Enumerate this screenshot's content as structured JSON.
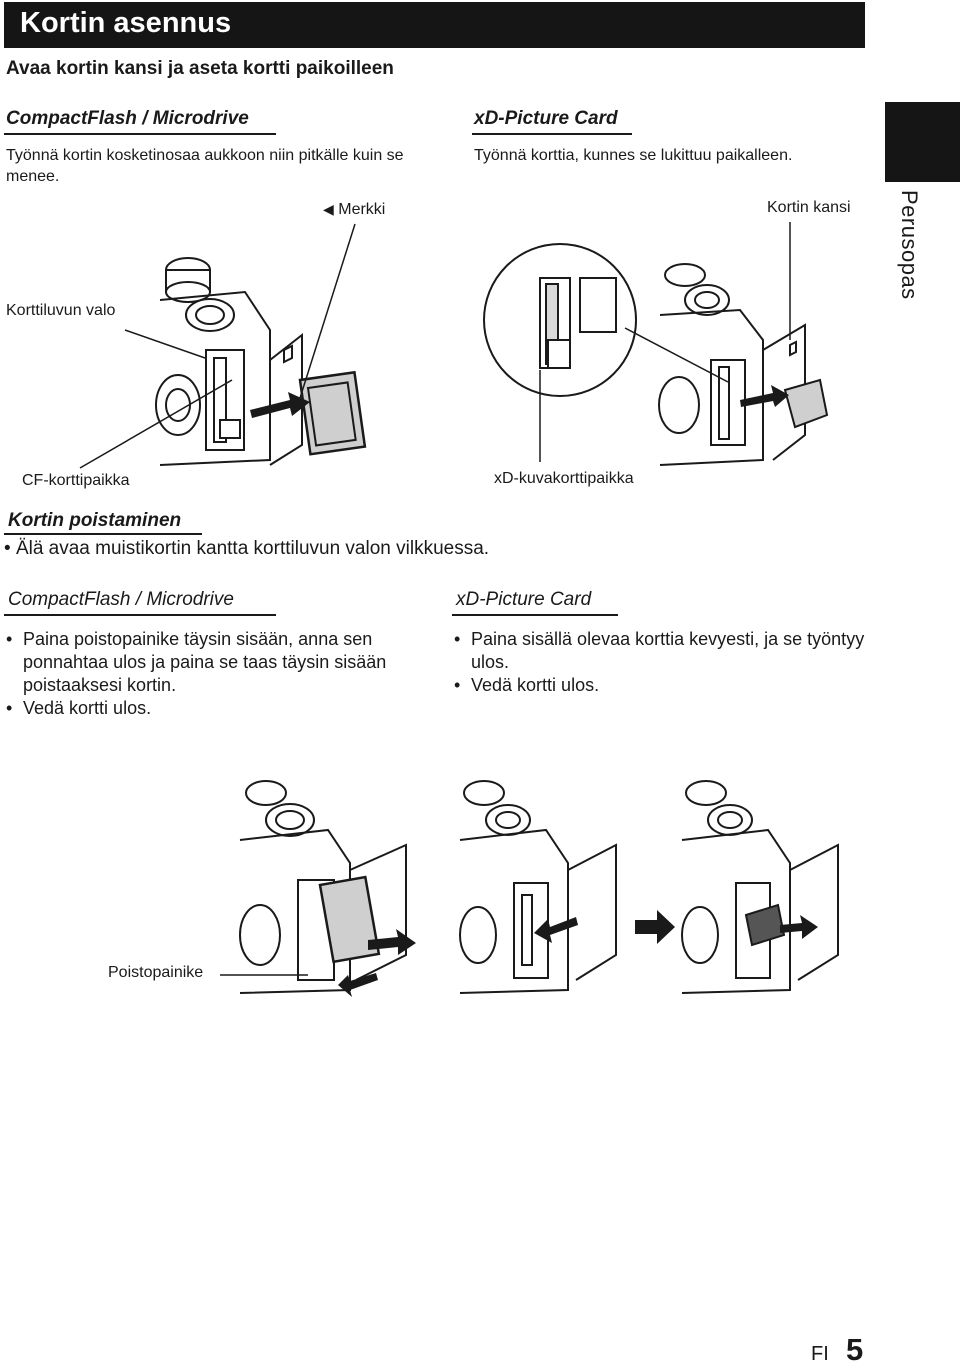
{
  "header": {
    "title": "Kortin asennus",
    "subtitle": "Avaa kortin kansi ja aseta kortti paikoilleen"
  },
  "side_tab": {
    "label": "Perusopas"
  },
  "insert": {
    "cf": {
      "heading": "CompactFlash / Microdrive",
      "text": "Työnnä kortin kosketinosaa aukkoon niin pitkälle kuin se menee."
    },
    "xd": {
      "heading": "xD-Picture Card",
      "text": "Työnnä korttia, kunnes se lukittuu paikalleen."
    },
    "labels": {
      "marker": "Merkki",
      "cover": "Kortin kansi",
      "access_lamp": "Korttiluvun valo",
      "cf_slot": "CF-korttipaikka",
      "xd_slot": "xD-kuvakorttipaikka"
    },
    "marker_glyph": "◀"
  },
  "removal": {
    "heading": "Kortin poistaminen",
    "warning": "Älä avaa muistikortin kantta korttiluvun valon vilkkuessa.",
    "cf": {
      "heading": "CompactFlash / Microdrive",
      "bullets": [
        "Paina poistopainike täysin sisään, anna sen ponnahtaa ulos ja paina se taas täysin sisään poistaaksesi kortin.",
        "Vedä kortti ulos."
      ]
    },
    "xd": {
      "heading": "xD-Picture Card",
      "bullets": [
        "Paina sisällä olevaa korttia kevyesti, ja se työntyy ulos.",
        "Vedä kortti ulos."
      ]
    },
    "labels": {
      "eject_button": "Poistopainike"
    }
  },
  "footer": {
    "lang": "FI",
    "page": "5"
  },
  "colors": {
    "ink": "#1a1a1a",
    "bar": "#151515",
    "paper": "#ffffff",
    "card_fill": "#cfcfcf"
  }
}
